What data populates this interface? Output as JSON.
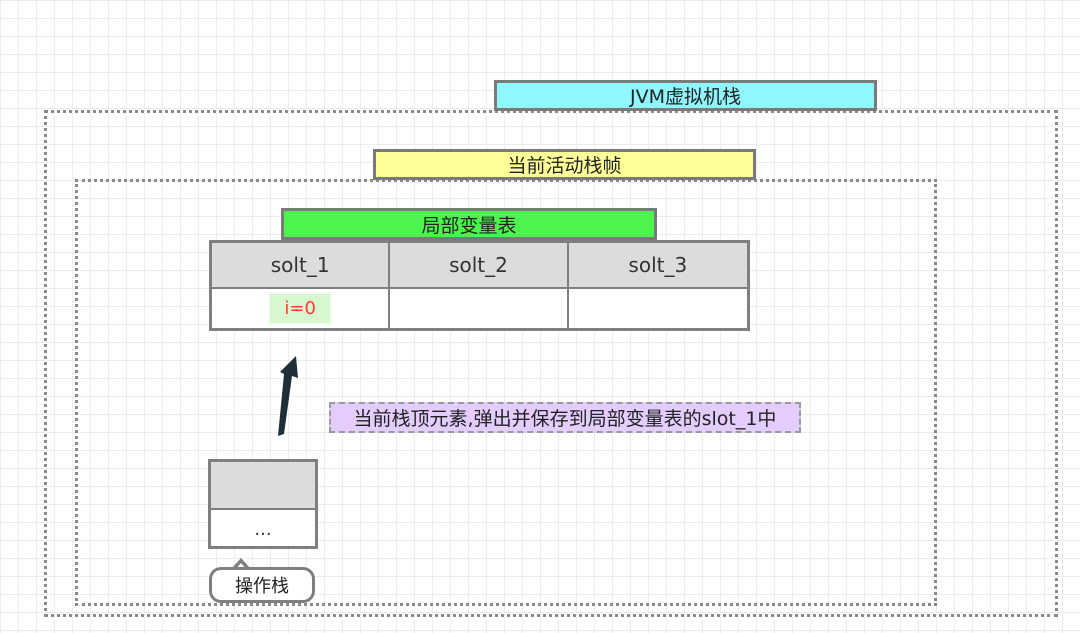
{
  "jvm_stack_label": "JVM虚拟机栈",
  "current_frame_label": "当前活动栈帧",
  "local_variable_table": {
    "label": "局部变量表",
    "slots": [
      {
        "header": "solt_1",
        "value": "i=0"
      },
      {
        "header": "solt_2",
        "value": ""
      },
      {
        "header": "solt_3",
        "value": ""
      }
    ]
  },
  "note": "当前栈顶元素,弹出并保存到局部变量表的slot_1中",
  "operand_stack": {
    "ellipsis": "...",
    "label": "操作栈"
  },
  "colors": {
    "jvm_stack": "#8ff7ff",
    "current_frame": "#ffff99",
    "local_variable_table": "#4cf54c",
    "note": "#e5ccff",
    "value_text": "#ff3b30",
    "value_bg": "#d6f7d0",
    "arrow": "#1f2f3a"
  }
}
